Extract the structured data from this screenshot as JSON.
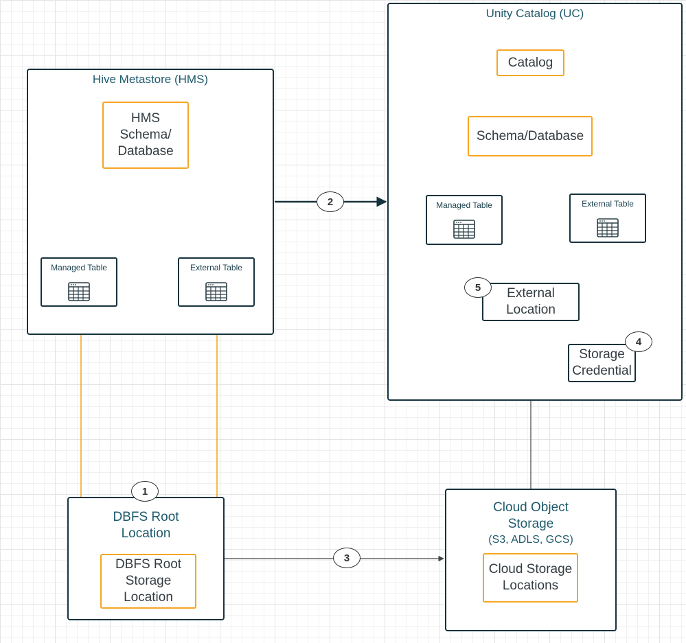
{
  "hms": {
    "title": "Hive Metastore (HMS)",
    "schema": "HMS\nSchema/\nDatabase",
    "managed_table": "Managed Table",
    "external_table": "External Table"
  },
  "uc": {
    "title": "Unity Catalog (UC)",
    "catalog": "Catalog",
    "schema": "Schema/Database",
    "managed_table": "Managed Table",
    "external_table": "External Table",
    "external_location": "External\nLocation",
    "storage_credential": "Storage\nCredential"
  },
  "dbfs": {
    "title": "DBFS Root\nLocation",
    "storage": "DBFS Root\nStorage\nLocation"
  },
  "cloud": {
    "title": "Cloud Object\nStorage",
    "subtitle": "(S3, ADLS, GCS)",
    "storage": "Cloud Storage\nLocations"
  },
  "badges": [
    "1",
    "2",
    "3",
    "4",
    "5"
  ],
  "colors": {
    "dark_border": "#16323c",
    "orange": "#f5a623",
    "teal_text": "#1f5a6b",
    "grey_arrow": "#444444"
  },
  "icons": [
    "table-grid-icon"
  ]
}
